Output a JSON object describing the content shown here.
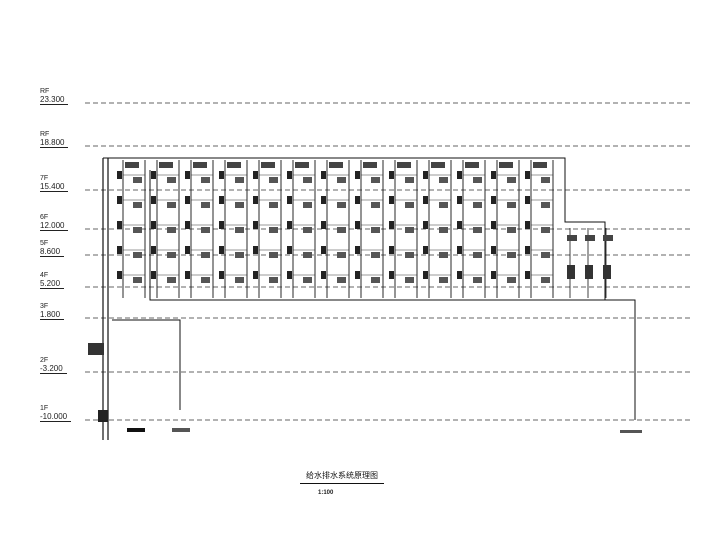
{
  "levels": [
    {
      "name": "RF",
      "elev": "23.300"
    },
    {
      "name": "RF",
      "elev": "18.800"
    },
    {
      "name": "7F",
      "elev": "15.400"
    },
    {
      "name": "6F",
      "elev": "12.000"
    },
    {
      "name": "5F",
      "elev": "8.600"
    },
    {
      "name": "4F",
      "elev": "5.200"
    },
    {
      "name": "3F",
      "elev": "1.800"
    },
    {
      "name": "2F",
      "elev": "-3.200"
    },
    {
      "name": "1F",
      "elev": "-10.000"
    }
  ],
  "title": "给水排水系统原理图",
  "scale": "1:100",
  "unit_columns": 13
}
